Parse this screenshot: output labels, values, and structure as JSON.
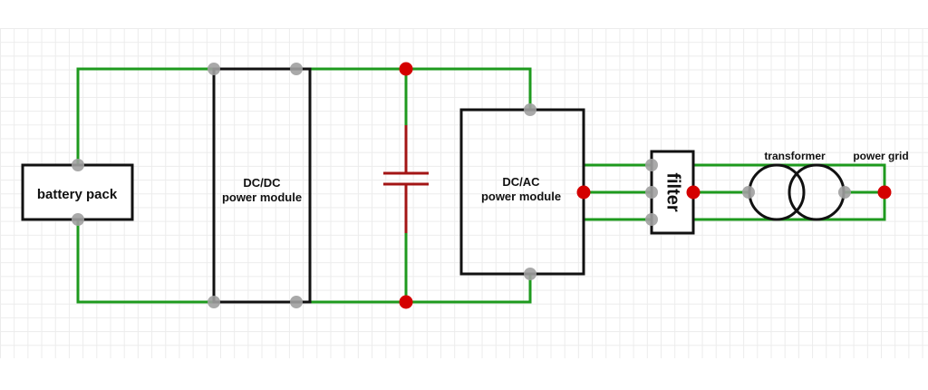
{
  "diagram": {
    "type": "circuit-schematic",
    "components": {
      "battery": {
        "label": "battery pack"
      },
      "dcdc": {
        "label_line1": "DC/DC",
        "label_line2": "power module"
      },
      "capacitor": {
        "label": ""
      },
      "dcac": {
        "label_line1": "DC/AC",
        "label_line2": "power module"
      },
      "filter": {
        "label": "filter"
      },
      "transformer": {
        "label": "transformer"
      },
      "grid": {
        "label": "power grid"
      }
    },
    "colors": {
      "wire": "#1e9a1e",
      "component_outline": "#111111",
      "capacitor": "#a31515",
      "junction": "#d40000",
      "terminal": "#a0a0a0",
      "grid_lines": "#ececec"
    }
  }
}
